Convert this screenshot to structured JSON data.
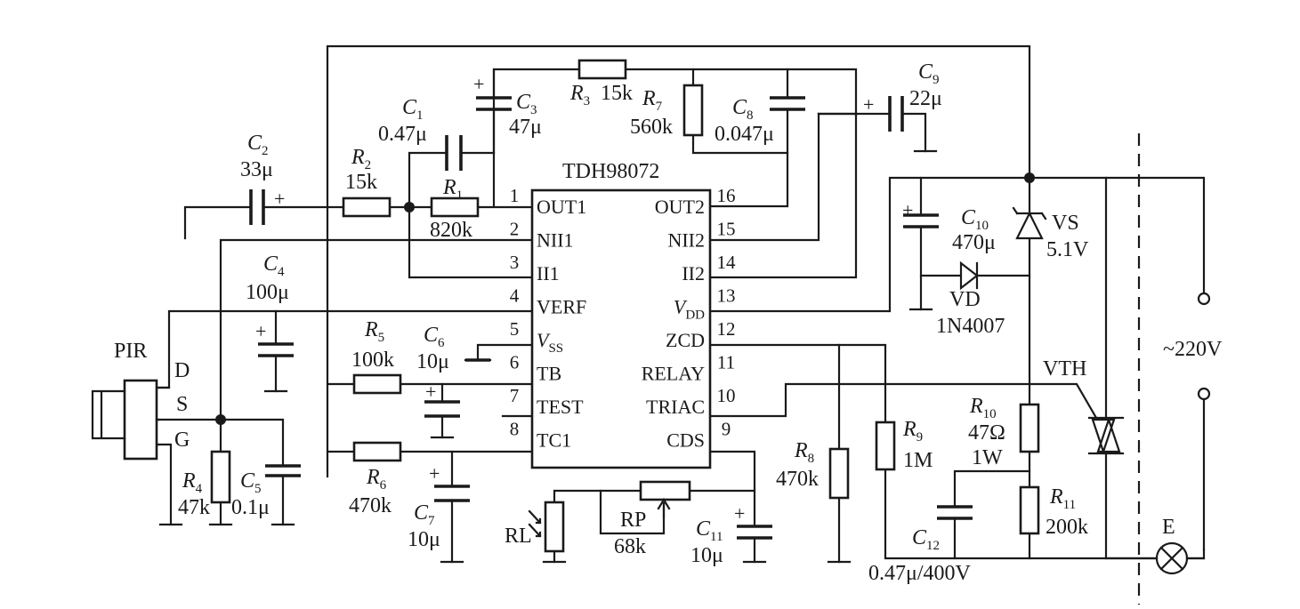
{
  "ic": {
    "name": "TDH98072",
    "left_pins": [
      {
        "num": "1",
        "name": "OUT1"
      },
      {
        "num": "2",
        "name": "NII1"
      },
      {
        "num": "3",
        "name": "II1"
      },
      {
        "num": "4",
        "name": "VERF"
      },
      {
        "num": "5",
        "name": "V",
        "sub": "SS"
      },
      {
        "num": "6",
        "name": "TB"
      },
      {
        "num": "7",
        "name": "TEST"
      },
      {
        "num": "8",
        "name": "TC1"
      }
    ],
    "right_pins": [
      {
        "num": "16",
        "name": "OUT2"
      },
      {
        "num": "15",
        "name": "NII2"
      },
      {
        "num": "14",
        "name": "II2"
      },
      {
        "num": "13",
        "name": "V",
        "sub": "DD"
      },
      {
        "num": "12",
        "name": "ZCD"
      },
      {
        "num": "11",
        "name": "RELAY"
      },
      {
        "num": "10",
        "name": "TRIAC"
      },
      {
        "num": "9",
        "name": "CDS"
      }
    ]
  },
  "components": {
    "c1": {
      "ref": "C",
      "sub": "1",
      "value": "0.47μ"
    },
    "c2": {
      "ref": "C",
      "sub": "2",
      "value": "33μ"
    },
    "c3": {
      "ref": "C",
      "sub": "3",
      "value": "47μ"
    },
    "c4": {
      "ref": "C",
      "sub": "4",
      "value": "100μ"
    },
    "c5": {
      "ref": "C",
      "sub": "5",
      "value": "0.1μ"
    },
    "c6": {
      "ref": "C",
      "sub": "6",
      "value": "10μ"
    },
    "c7": {
      "ref": "C",
      "sub": "7",
      "value": "10μ"
    },
    "c8": {
      "ref": "C",
      "sub": "8",
      "value": "0.047μ"
    },
    "c9": {
      "ref": "C",
      "sub": "9",
      "value": "22μ"
    },
    "c10": {
      "ref": "C",
      "sub": "10",
      "value": "470μ"
    },
    "c11": {
      "ref": "C",
      "sub": "11",
      "value": "10μ"
    },
    "c12": {
      "ref": "C",
      "sub": "12",
      "value": "0.47μ/400V"
    },
    "r1": {
      "ref": "R",
      "sub": "1",
      "value": "820k"
    },
    "r2": {
      "ref": "R",
      "sub": "2",
      "value": "15k"
    },
    "r3": {
      "ref": "R",
      "sub": "3",
      "value": "15k"
    },
    "r4": {
      "ref": "R",
      "sub": "4",
      "value": "47k"
    },
    "r5": {
      "ref": "R",
      "sub": "5",
      "value": "100k"
    },
    "r6": {
      "ref": "R",
      "sub": "6",
      "value": "470k"
    },
    "r7": {
      "ref": "R",
      "sub": "7",
      "value": "560k"
    },
    "r8": {
      "ref": "R",
      "sub": "8",
      "value": "470k"
    },
    "r9": {
      "ref": "R",
      "sub": "9",
      "value": "1M"
    },
    "r10": {
      "ref": "R",
      "sub": "10",
      "value": "47Ω",
      "value2": "1W"
    },
    "r11": {
      "ref": "R",
      "sub": "11",
      "value": "200k"
    },
    "rp": {
      "ref": "RP",
      "value": "68k"
    },
    "rl": {
      "ref": "RL"
    },
    "vs": {
      "ref": "VS",
      "value": "5.1V"
    },
    "vd": {
      "ref": "VD",
      "value": "1N4007"
    },
    "vth": {
      "ref": "VTH"
    },
    "lamp": {
      "ref": "E"
    },
    "pir": {
      "ref": "PIR",
      "pins": [
        "D",
        "S",
        "G"
      ]
    },
    "mains": {
      "label": "~220V"
    }
  },
  "polarity_mark": "+"
}
